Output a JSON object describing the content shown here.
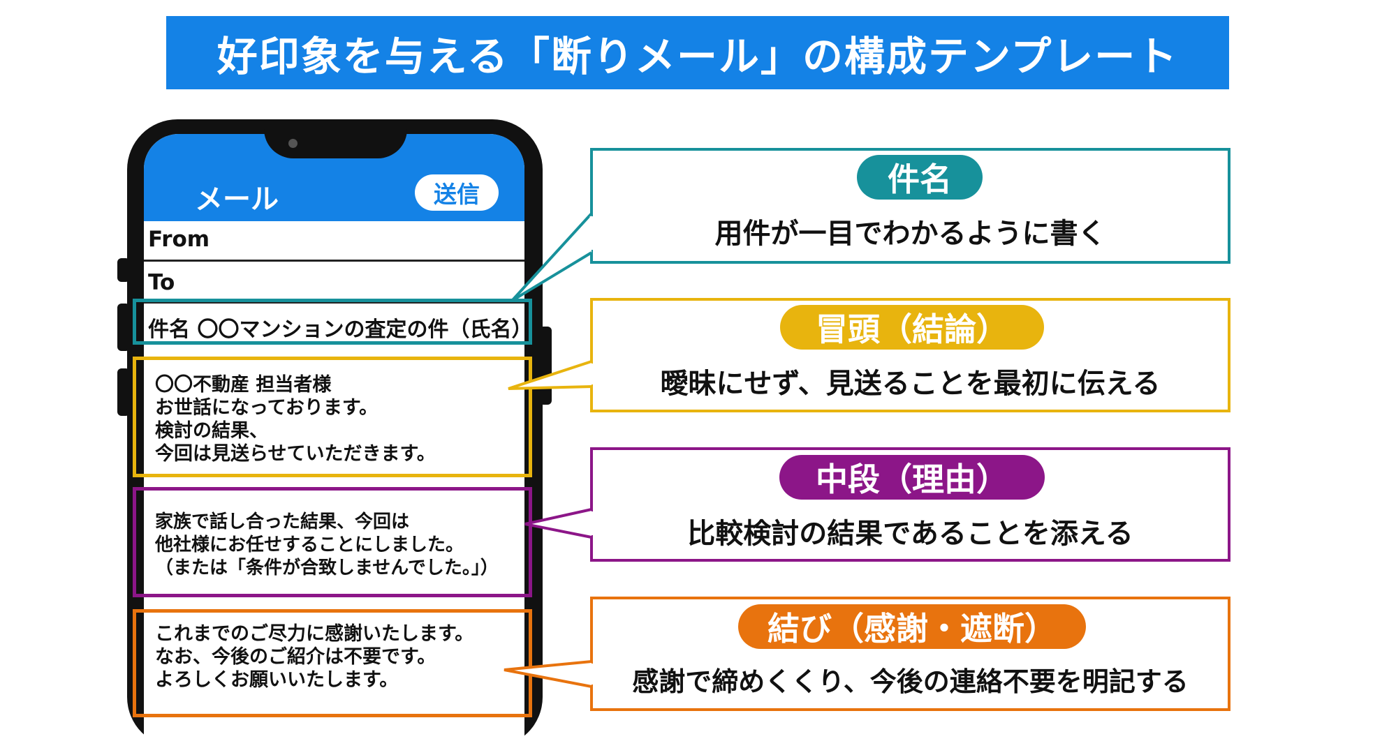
{
  "title": "好印象を与える「断りメール」の構成テンプレート",
  "colors": {
    "banner": "#1482e6",
    "subject": "#17919b",
    "opening": "#e8b40e",
    "middle": "#8c1688",
    "closing": "#e8730e"
  },
  "phone": {
    "header_title": "メール",
    "send_button": "送信",
    "from_label": "From",
    "to_label": "To",
    "subject_line": "件名 〇〇マンションの査定の件（氏名）",
    "opening_lines": [
      "〇〇不動産 担当者様",
      "お世話になっております。",
      "検討の結果、",
      "今回は見送らせていただきます。"
    ],
    "middle_lines": [
      "家族で話し合った結果、今回は",
      "他社様にお任せすることにしました。",
      "（または「条件が合致しませんでした。」）"
    ],
    "closing_lines": [
      "これまでのご尽力に感謝いたします。",
      "なお、今後のご紹介は不要です。",
      "よろしくお願いいたします。"
    ]
  },
  "callouts": [
    {
      "label": "件名",
      "description": "用件が一目でわかるように書く"
    },
    {
      "label": "冒頭（結論）",
      "description": "曖昧にせず、見送ることを最初に伝える"
    },
    {
      "label": "中段（理由）",
      "description": "比較検討の結果であることを添える"
    },
    {
      "label": "結び（感謝・遮断）",
      "description": "感謝で締めくくり、今後の連絡不要を明記する"
    }
  ]
}
